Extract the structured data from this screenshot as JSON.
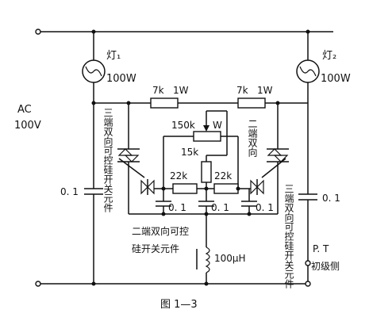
{
  "labels": {
    "lamp1": "灯₁",
    "lamp1_power": "100W",
    "lamp2": "灯₂",
    "lamp2_power": "100W",
    "ac": "AC",
    "ac_voltage": "100V",
    "r_top_left_value": "7k",
    "r_top_left_power": "1W",
    "r_top_right_value": "7k",
    "r_top_right_power": "1W",
    "pot_value": "150k",
    "pot_power": "W",
    "r_mid_value": "15k",
    "r_left_value": "22k",
    "r_right_value": "22k",
    "cap_left": "0. 1",
    "cap_right": "0. 1",
    "cap_b1": "0. 1",
    "cap_b2": "0. 1",
    "cap_b3": "0. 1",
    "left_triac_text": "三端双向可控硅开关元件",
    "right_triac_text": "三端双向可控硅开关元件",
    "diac_right_text": "二端双向",
    "diac_bottom_line1": "二端双向可控",
    "diac_bottom_line2": "硅开关元件",
    "inductor_value": "100μH",
    "pt_line1": "P. T",
    "pt_line2": "初级侧",
    "figure_caption": "图 1—3"
  }
}
